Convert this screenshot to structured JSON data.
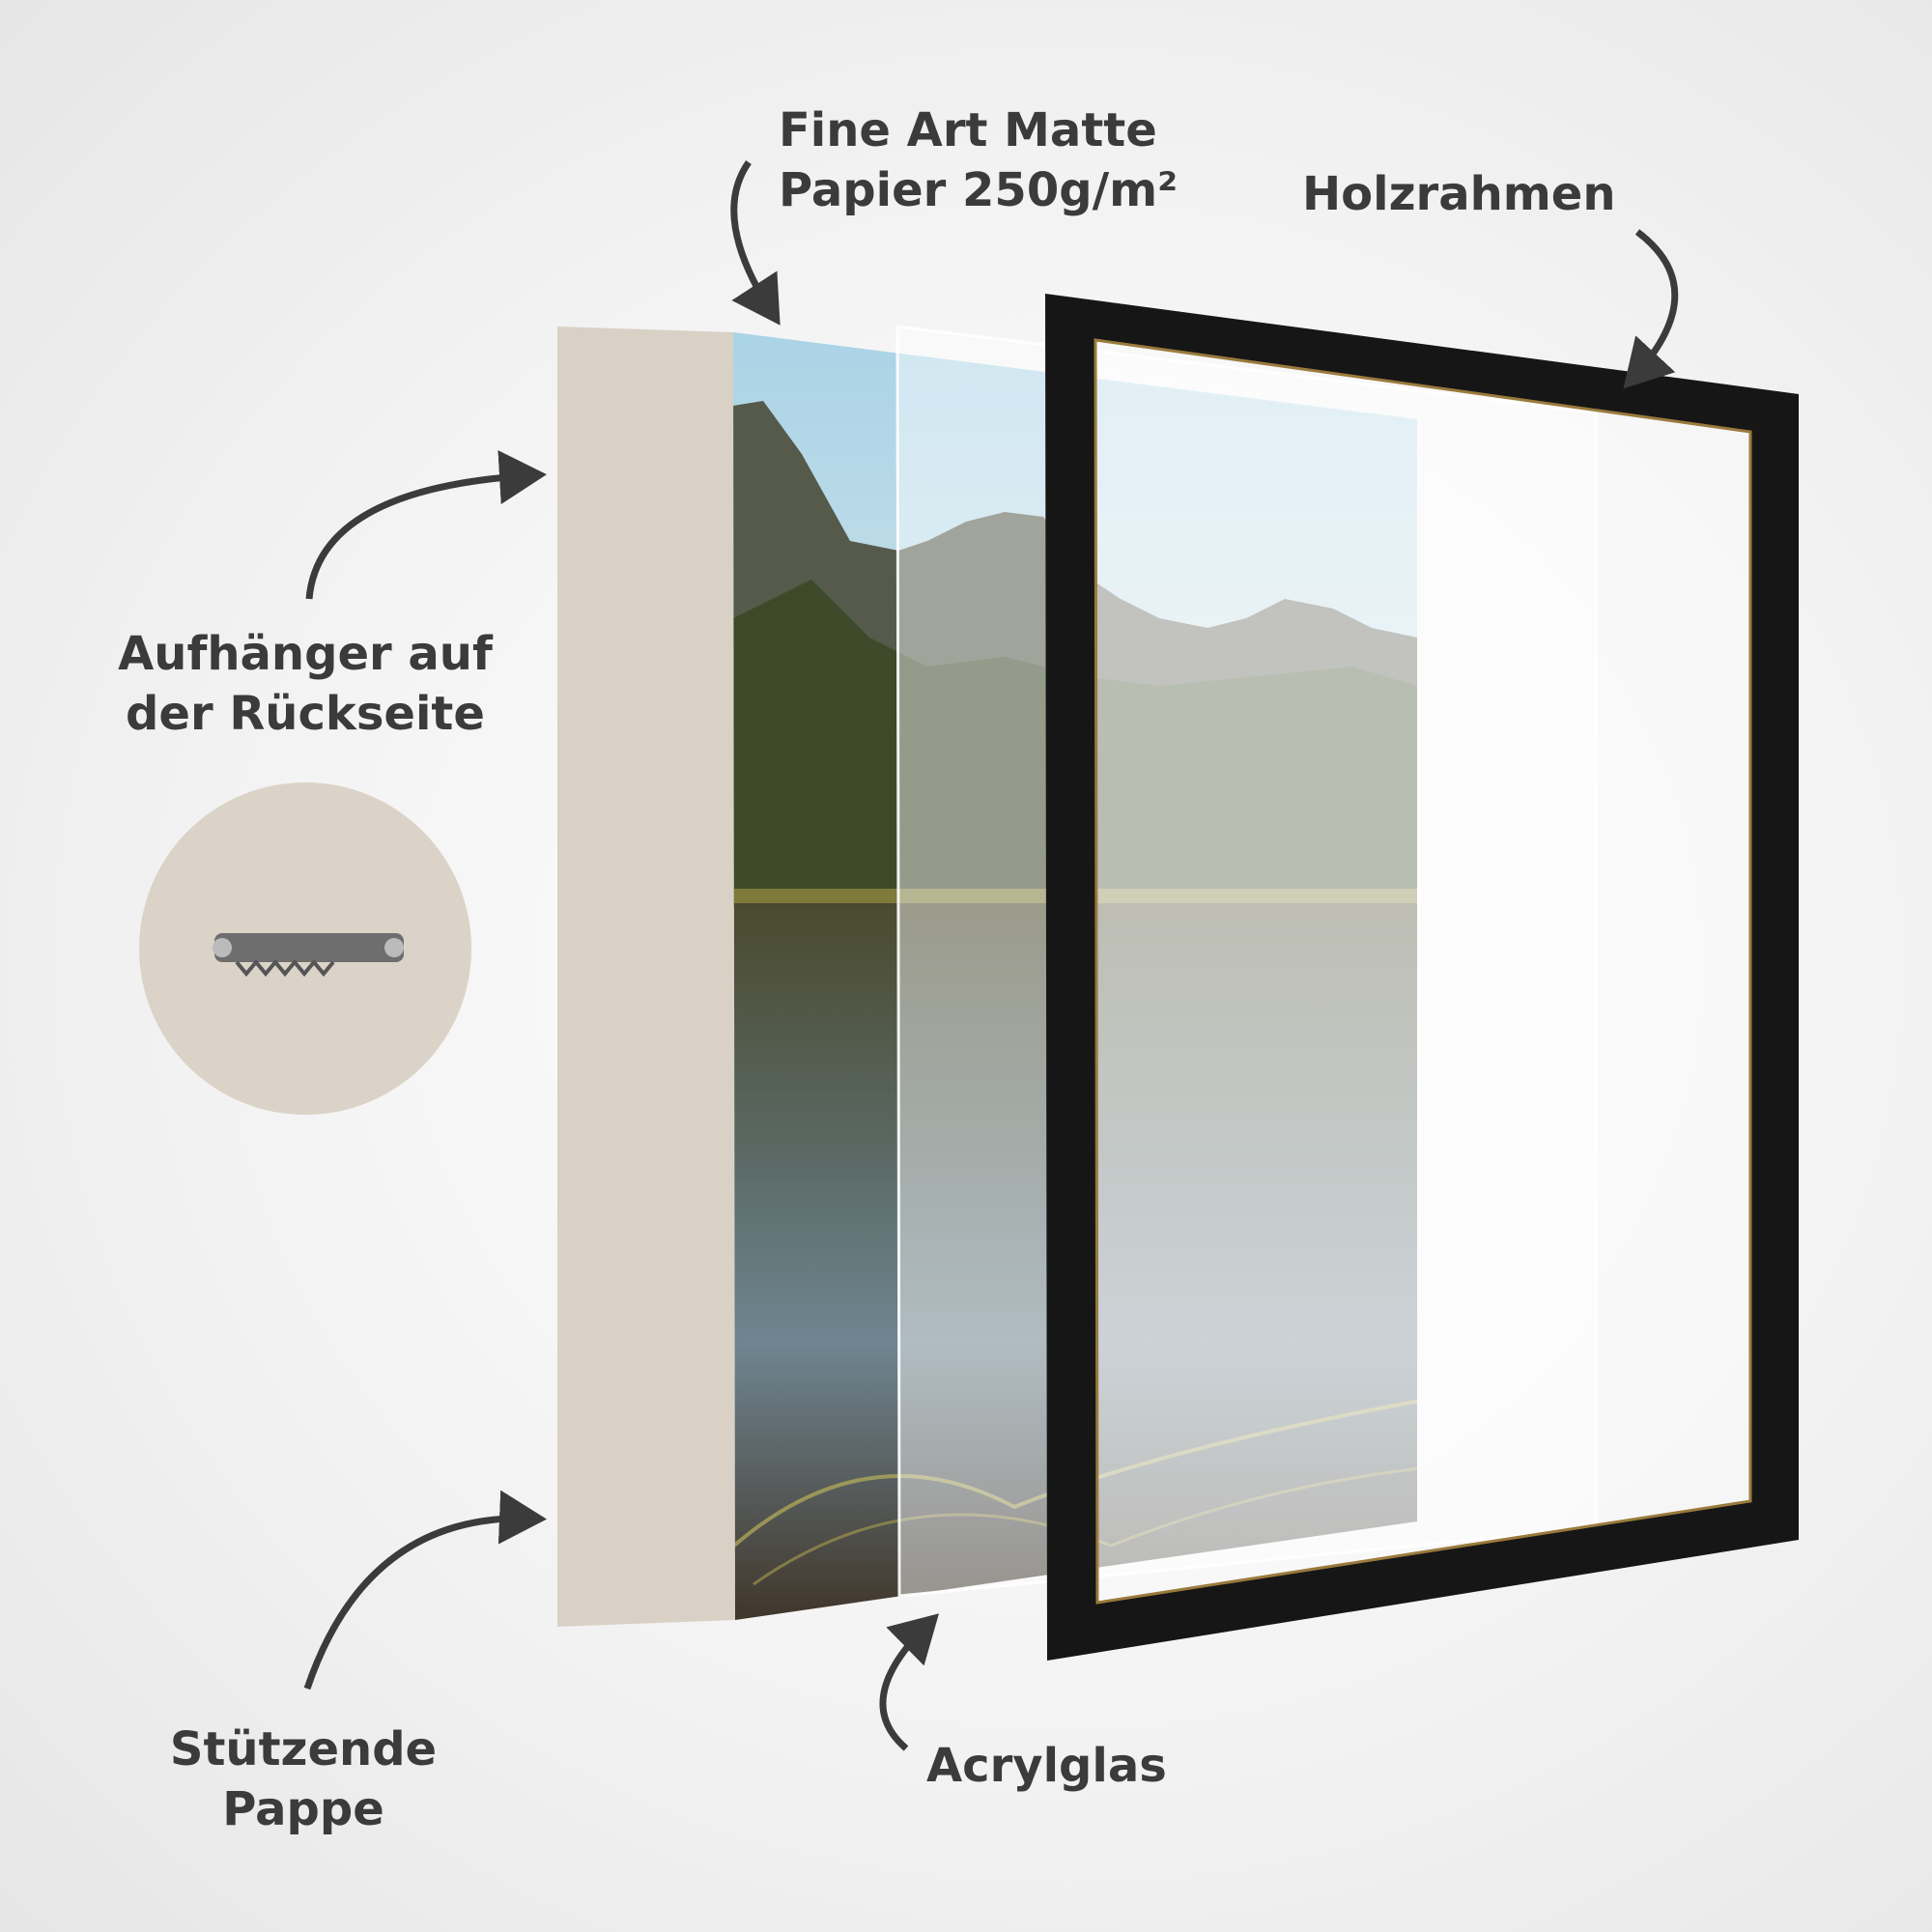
{
  "labels": {
    "paper_line1": "Fine Art Matte",
    "paper_line2": "Papier 250g/m²",
    "frame": "Holzrahmen",
    "hanger_line1": "Aufhänger auf",
    "hanger_line2": "der Rückseite",
    "backing_line1": "Stützende",
    "backing_line2": "Pappe",
    "acrylic": "Acrylglas"
  },
  "colors": {
    "text": "#3b3b3b",
    "frame": "#161616",
    "cardboard": "#d8d0c4",
    "sky": "#b9d8e6",
    "forest": "#3f4a2c"
  }
}
